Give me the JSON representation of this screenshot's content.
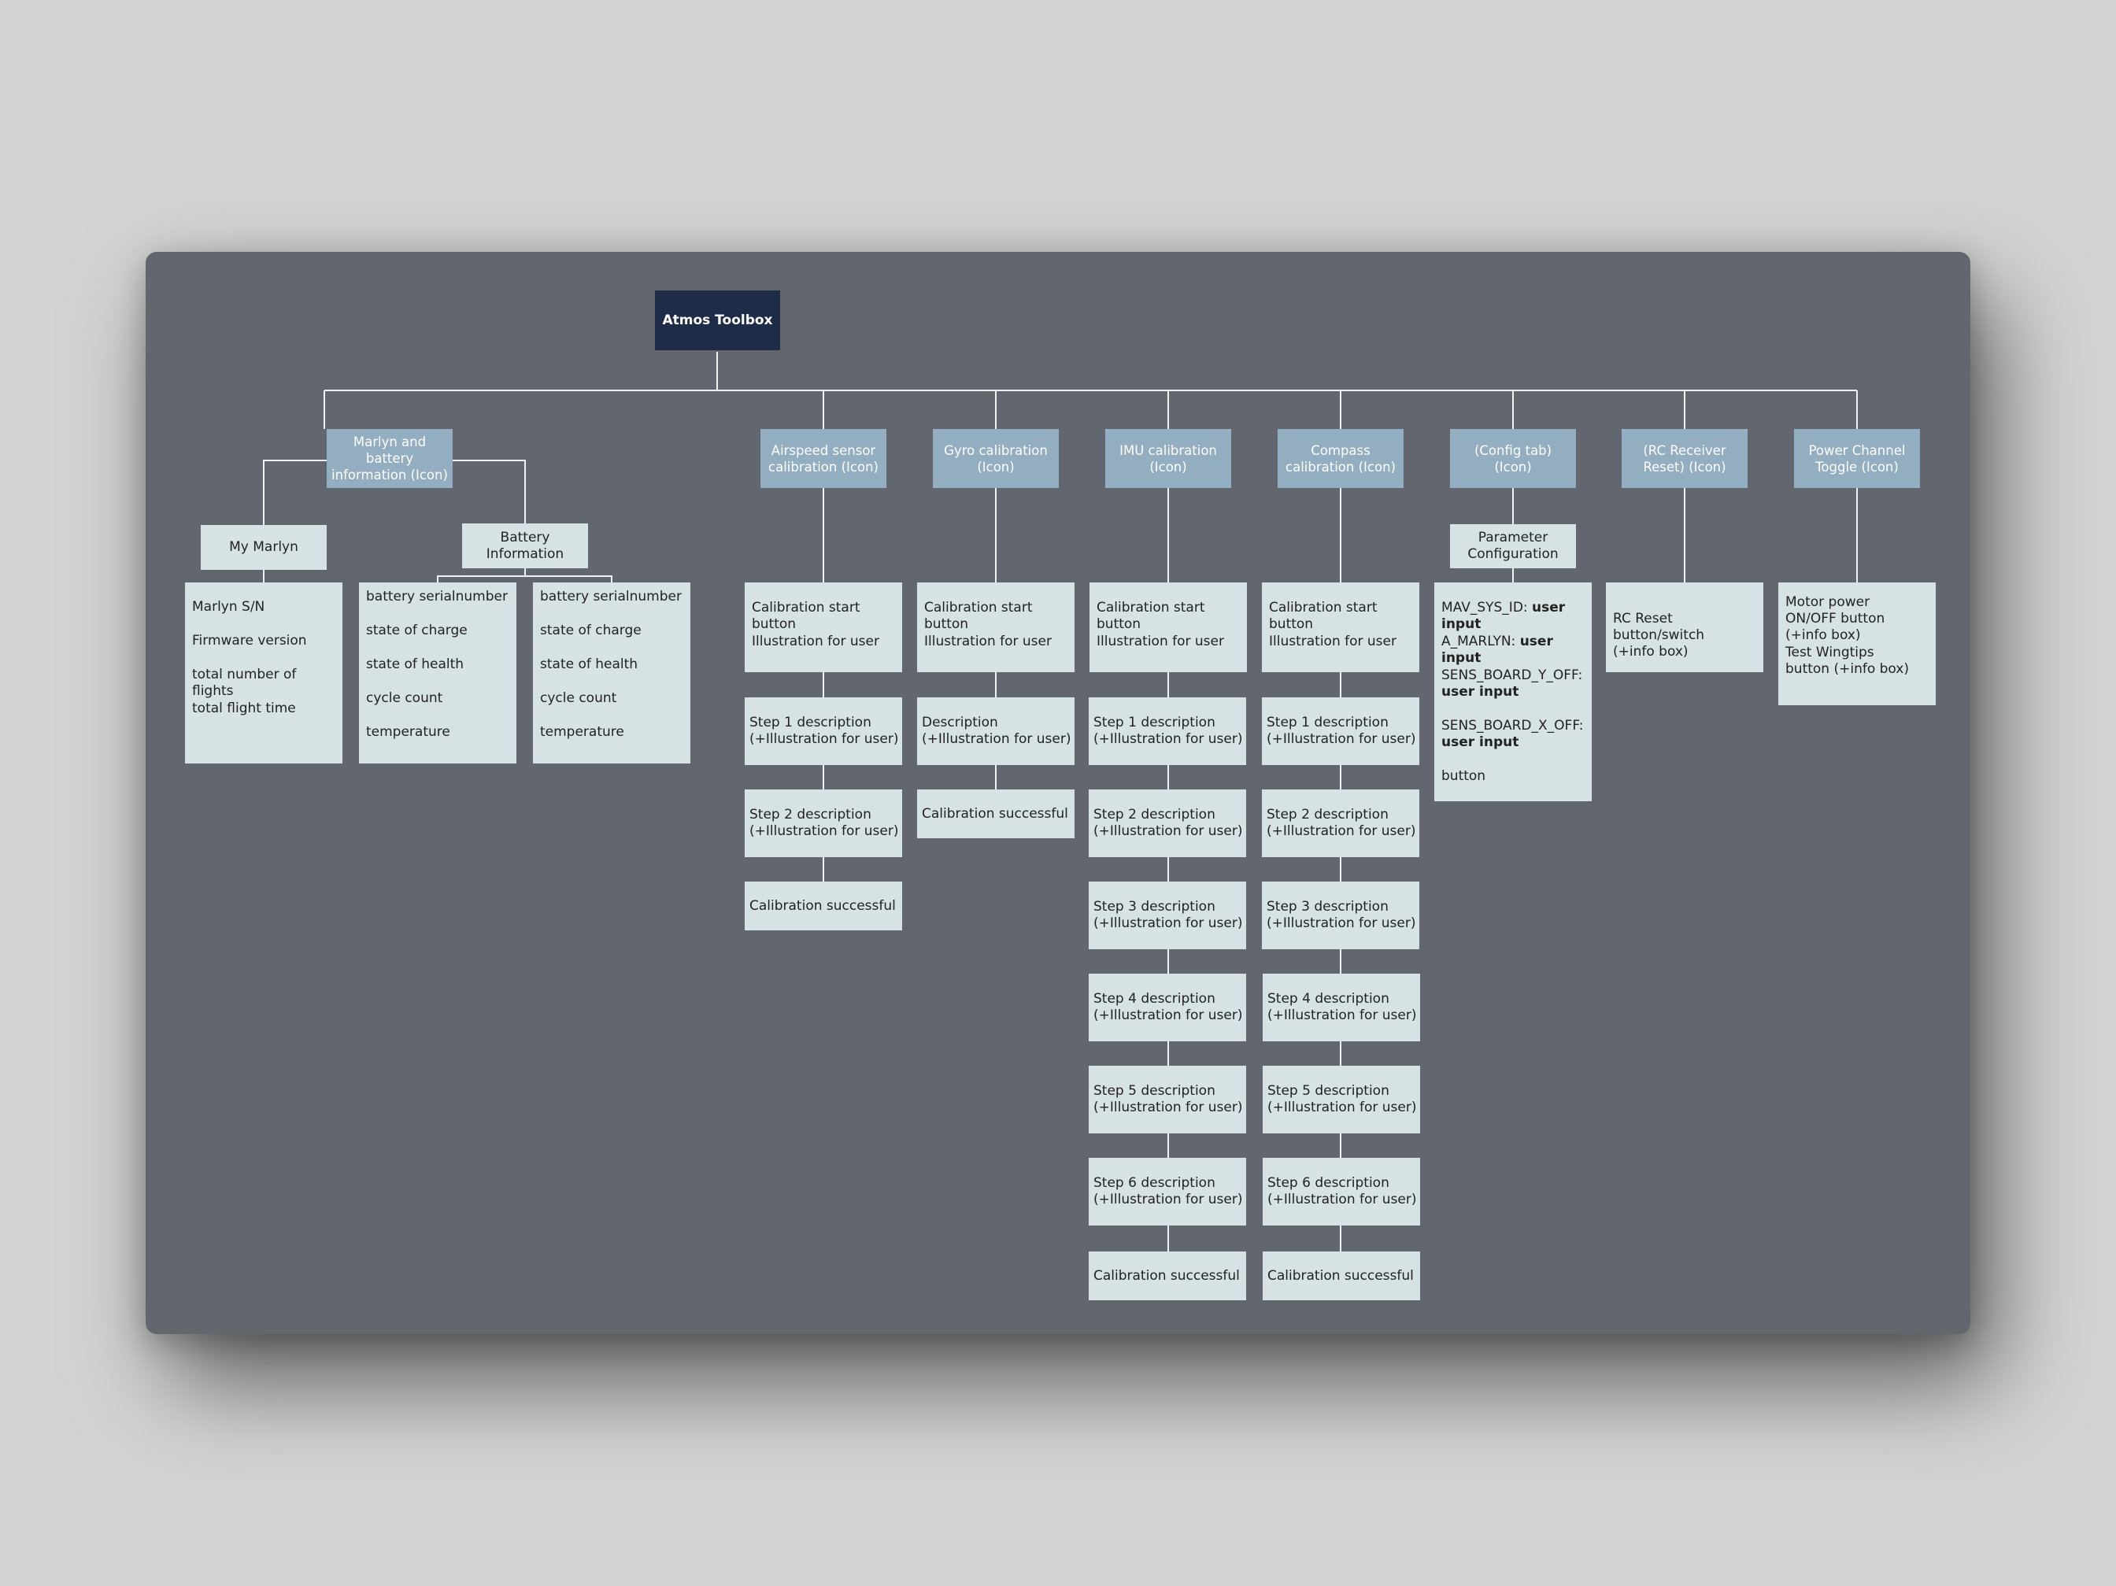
{
  "root": {
    "label": "Atmos Toolbox"
  },
  "categories": {
    "marlyn": {
      "label": "Marlyn and battery information (Icon)"
    },
    "airspeed": {
      "label": "Airspeed sensor calibration (Icon)"
    },
    "gyro": {
      "label": "Gyro calibration (Icon)"
    },
    "imu": {
      "label": "IMU calibration (Icon)"
    },
    "compass": {
      "label": "Compass calibration (Icon)"
    },
    "config": {
      "label": "(Config tab) (Icon)"
    },
    "rc": {
      "label": "(RC Receiver Reset) (Icon)"
    },
    "power": {
      "label": "Power Channel Toggle (Icon)"
    }
  },
  "marlyn": {
    "my_marlyn": {
      "label": "My Marlyn",
      "items": [
        "Marlyn S/N",
        "Firmware version",
        "total number of flights",
        "total flight time"
      ]
    },
    "battery_information": {
      "label": "Battery Information"
    },
    "battery_1": {
      "items": [
        "battery serialnumber",
        "state of charge",
        "state of health",
        "cycle count",
        "temperature"
      ]
    },
    "battery_2": {
      "items": [
        "battery serialnumber",
        "state of charge",
        "state of health",
        "cycle count",
        "temperature"
      ]
    }
  },
  "airspeed": {
    "start": [
      "Calibration start button",
      "Illustration for user"
    ],
    "steps": [
      [
        "Step 1 description",
        "(+Illustration for user)"
      ],
      [
        "Step 2 description",
        "(+Illustration for user)"
      ]
    ],
    "success": "Calibration successful"
  },
  "gyro": {
    "start": [
      "Calibration start button",
      "Illustration for user"
    ],
    "steps": [
      [
        "Description",
        "(+Illustration for user)"
      ]
    ],
    "success": "Calibration successful"
  },
  "imu": {
    "start": [
      "Calibration start button",
      "Illustration for user"
    ],
    "steps": [
      [
        "Step 1 description",
        "(+Illustration for user)"
      ],
      [
        "Step 2 description",
        "(+Illustration for user)"
      ],
      [
        "Step 3 description",
        "(+Illustration for user)"
      ],
      [
        "Step 4 description",
        "(+Illustration for user)"
      ],
      [
        "Step 5 description",
        "(+Illustration for user)"
      ],
      [
        "Step 6 description",
        "(+Illustration for user)"
      ]
    ],
    "success": "Calibration successful"
  },
  "compass": {
    "start": [
      "Calibration start button",
      "Illustration for user"
    ],
    "steps": [
      [
        "Step 1 description",
        "(+Illustration for user)"
      ],
      [
        "Step 2 description",
        "(+Illustration for user)"
      ],
      [
        "Step 3 description",
        "(+Illustration for user)"
      ],
      [
        "Step 4 description",
        "(+Illustration for user)"
      ],
      [
        "Step 5 description",
        "(+Illustration for user)"
      ],
      [
        "Step 6 description",
        "(+Illustration for user)"
      ]
    ],
    "success": "Calibration successful"
  },
  "config": {
    "parameter_configuration": "Parameter Configuration",
    "params": [
      {
        "name": "MAV_SYS_ID:",
        "value": "user input"
      },
      {
        "name": "A_MARLYN:",
        "value": "user input"
      },
      {
        "name": "SENS_BOARD_Y_OFF:",
        "value": "user input"
      },
      {
        "name": "SENS_BOARD_X_OFF:",
        "value": "user input"
      }
    ],
    "button": "button"
  },
  "rc": {
    "reset": "RC Reset button/switch (+info box)"
  },
  "power": {
    "motor": "Motor power ON/OFF button (+info box)",
    "wingtips": "Test Wingtips button (+info box)"
  }
}
